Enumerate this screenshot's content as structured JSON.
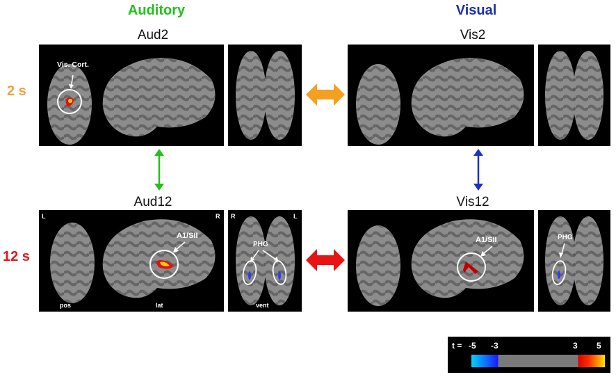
{
  "headers": {
    "auditory": "Auditory",
    "visual": "Visual"
  },
  "headers_colors": {
    "auditory": "#22c21b",
    "visual": "#1a2fb0"
  },
  "titles": {
    "aud2": "Aud2",
    "vis2": "Vis2",
    "aud12": "Aud12",
    "vis12": "Vis12"
  },
  "row_labels": {
    "row1": "2 s",
    "row2": "12 s"
  },
  "row_colors": {
    "row1": "#f2a03d",
    "row2": "#e8141e"
  },
  "annotations": {
    "vis_cort": "Vis. Cort.",
    "a1sii_aud": "A1/SII",
    "a1sii_vis": "A1/SII",
    "phg_aud": "PHG",
    "phg_vis": "PHG"
  },
  "orientation": {
    "left": "L",
    "right": "R",
    "r2": "R",
    "l2": "L"
  },
  "view_labels": {
    "pos": "pos",
    "lat": "lat",
    "vent": "vent"
  },
  "colorbar": {
    "label": "t =",
    "ticks": [
      "-5",
      "-3",
      "3",
      "5"
    ],
    "colors": {
      "neg_low": "#00d4ff",
      "neg_high": "#1a1aff",
      "mid": "#7a7a7a",
      "pos_low": "#e00000",
      "pos_high": "#ffe000"
    }
  },
  "arrow_colors": {
    "orange": "#f4a020",
    "red": "#e81414",
    "green": "#22c21b",
    "blue": "#1b2fc8"
  }
}
